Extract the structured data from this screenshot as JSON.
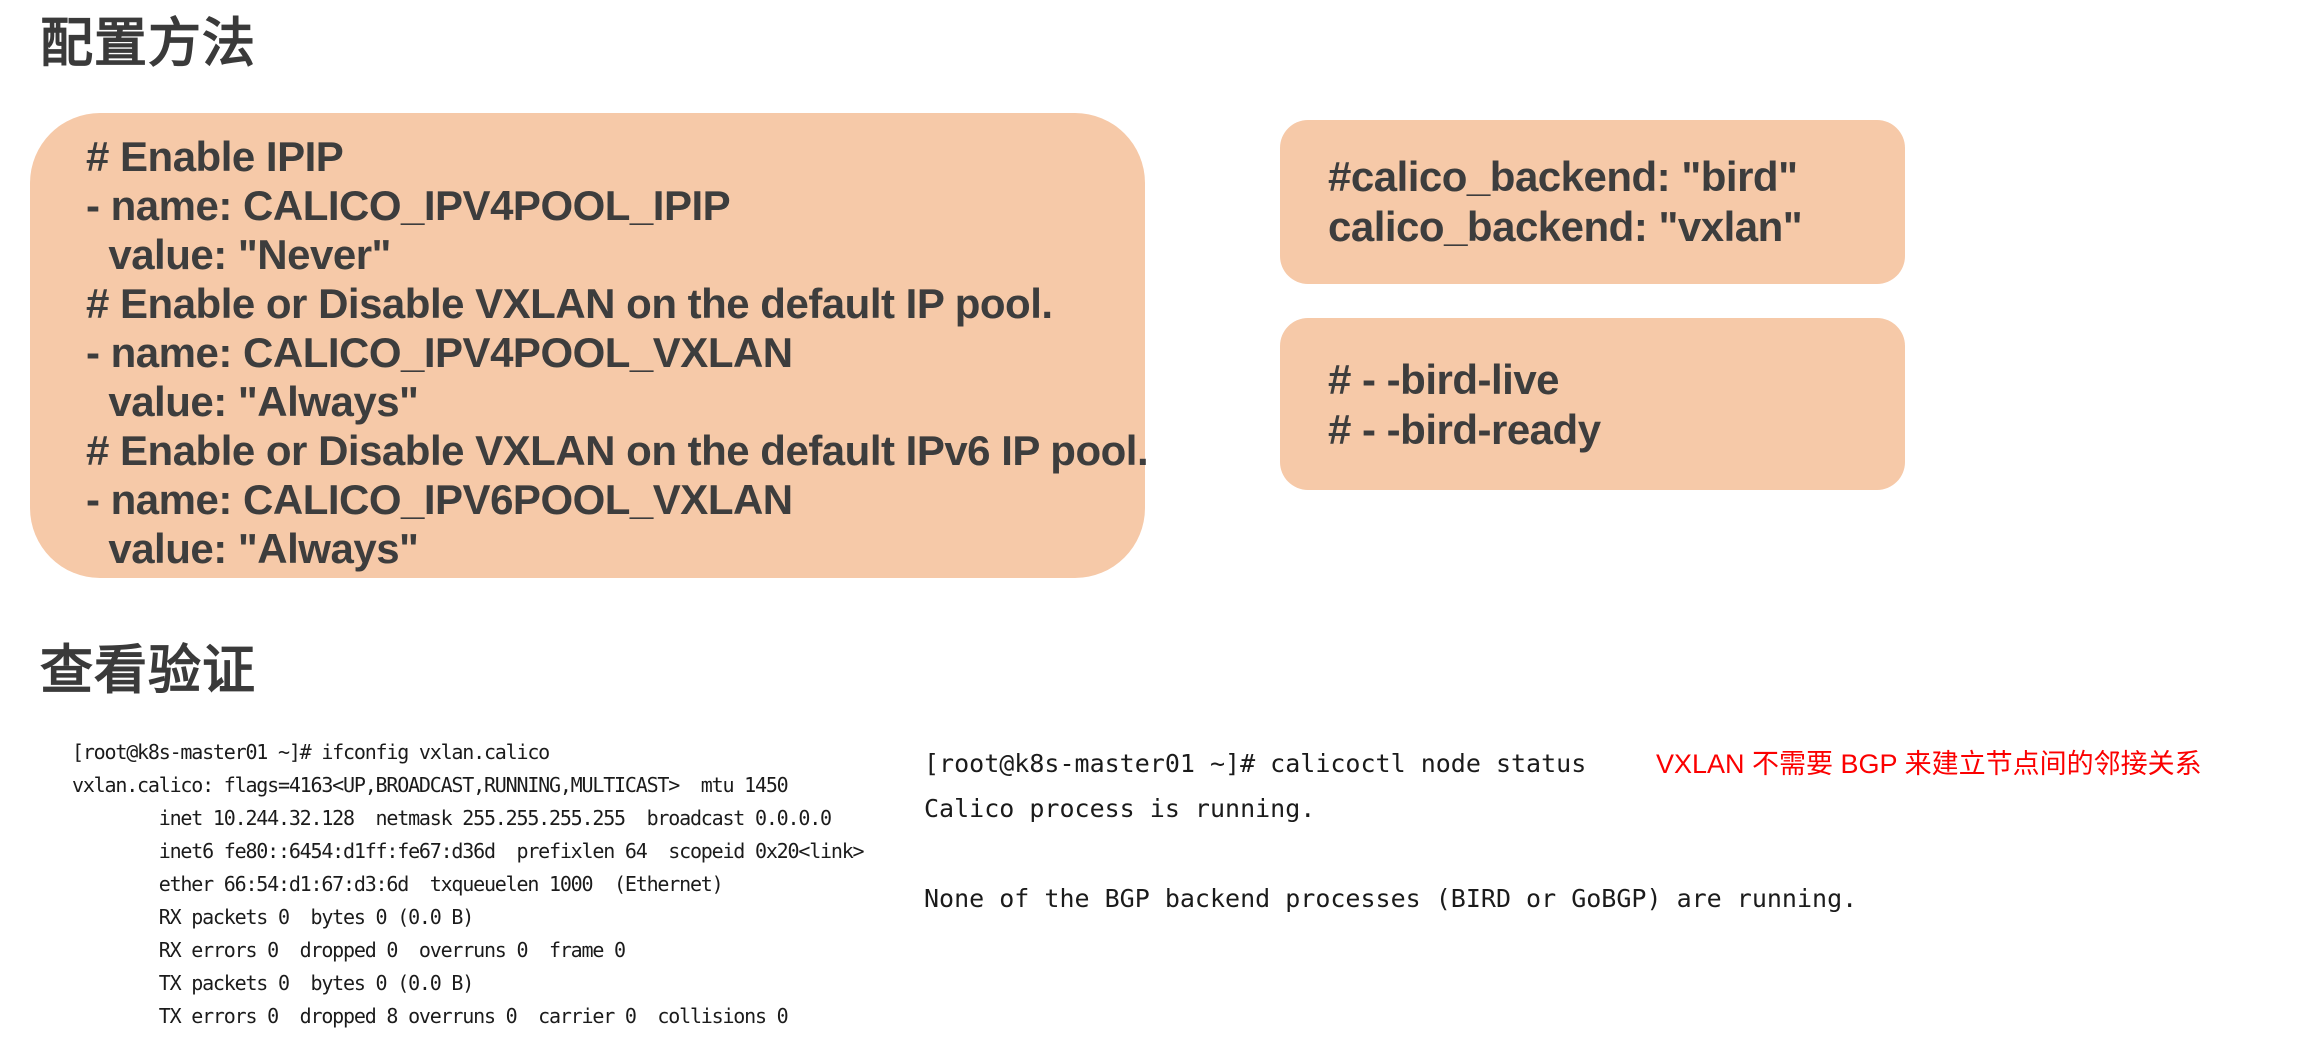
{
  "colors": {
    "page_bg": "#ffffff",
    "box_bg": "#f6c9a8",
    "box_text": "#3d3d3d",
    "title_text": "#3a3a3a",
    "console_text": "#1b1b1b",
    "annotation_red": "#fb0000"
  },
  "sections": {
    "config": {
      "title": "配置方法",
      "yaml_box": {
        "lines": [
          "# Enable IPIP",
          "- name: CALICO_IPV4POOL_IPIP",
          "  value: \"Never\"",
          "# Enable or Disable VXLAN on the default IP pool.",
          "- name: CALICO_IPV4POOL_VXLAN",
          "  value: \"Always\"",
          "# Enable or Disable VXLAN on the default IPv6 IP pool.",
          "- name: CALICO_IPV6POOL_VXLAN",
          "  value: \"Always\""
        ]
      },
      "backend_box": {
        "lines": [
          "#calico_backend: \"bird\"",
          "calico_backend: \"vxlan\""
        ]
      },
      "probe_box": {
        "lines": [
          "# - -bird-live",
          "# - -bird-ready"
        ]
      }
    },
    "verify": {
      "title": "查看验证",
      "ifconfig_console": {
        "lines": [
          "[root@k8s-master01 ~]# ifconfig vxlan.calico",
          "vxlan.calico: flags=4163<UP,BROADCAST,RUNNING,MULTICAST>  mtu 1450",
          "        inet 10.244.32.128  netmask 255.255.255.255  broadcast 0.0.0.0",
          "        inet6 fe80::6454:d1ff:fe67:d36d  prefixlen 64  scopeid 0x20<link>",
          "        ether 66:54:d1:67:d3:6d  txqueuelen 1000  (Ethernet)",
          "        RX packets 0  bytes 0 (0.0 B)",
          "        RX errors 0  dropped 0  overruns 0  frame 0",
          "        TX packets 0  bytes 0 (0.0 B)",
          "        TX errors 0  dropped 8 overruns 0  carrier 0  collisions 0"
        ]
      },
      "calicoctl_console": {
        "lines": [
          "[root@k8s-master01 ~]# calicoctl node status",
          "Calico process is running.",
          "",
          "None of the BGP backend processes (BIRD or GoBGP) are running."
        ]
      },
      "annotation": "VXLAN 不需要 BGP 来建立节点间的邻接关系"
    }
  }
}
